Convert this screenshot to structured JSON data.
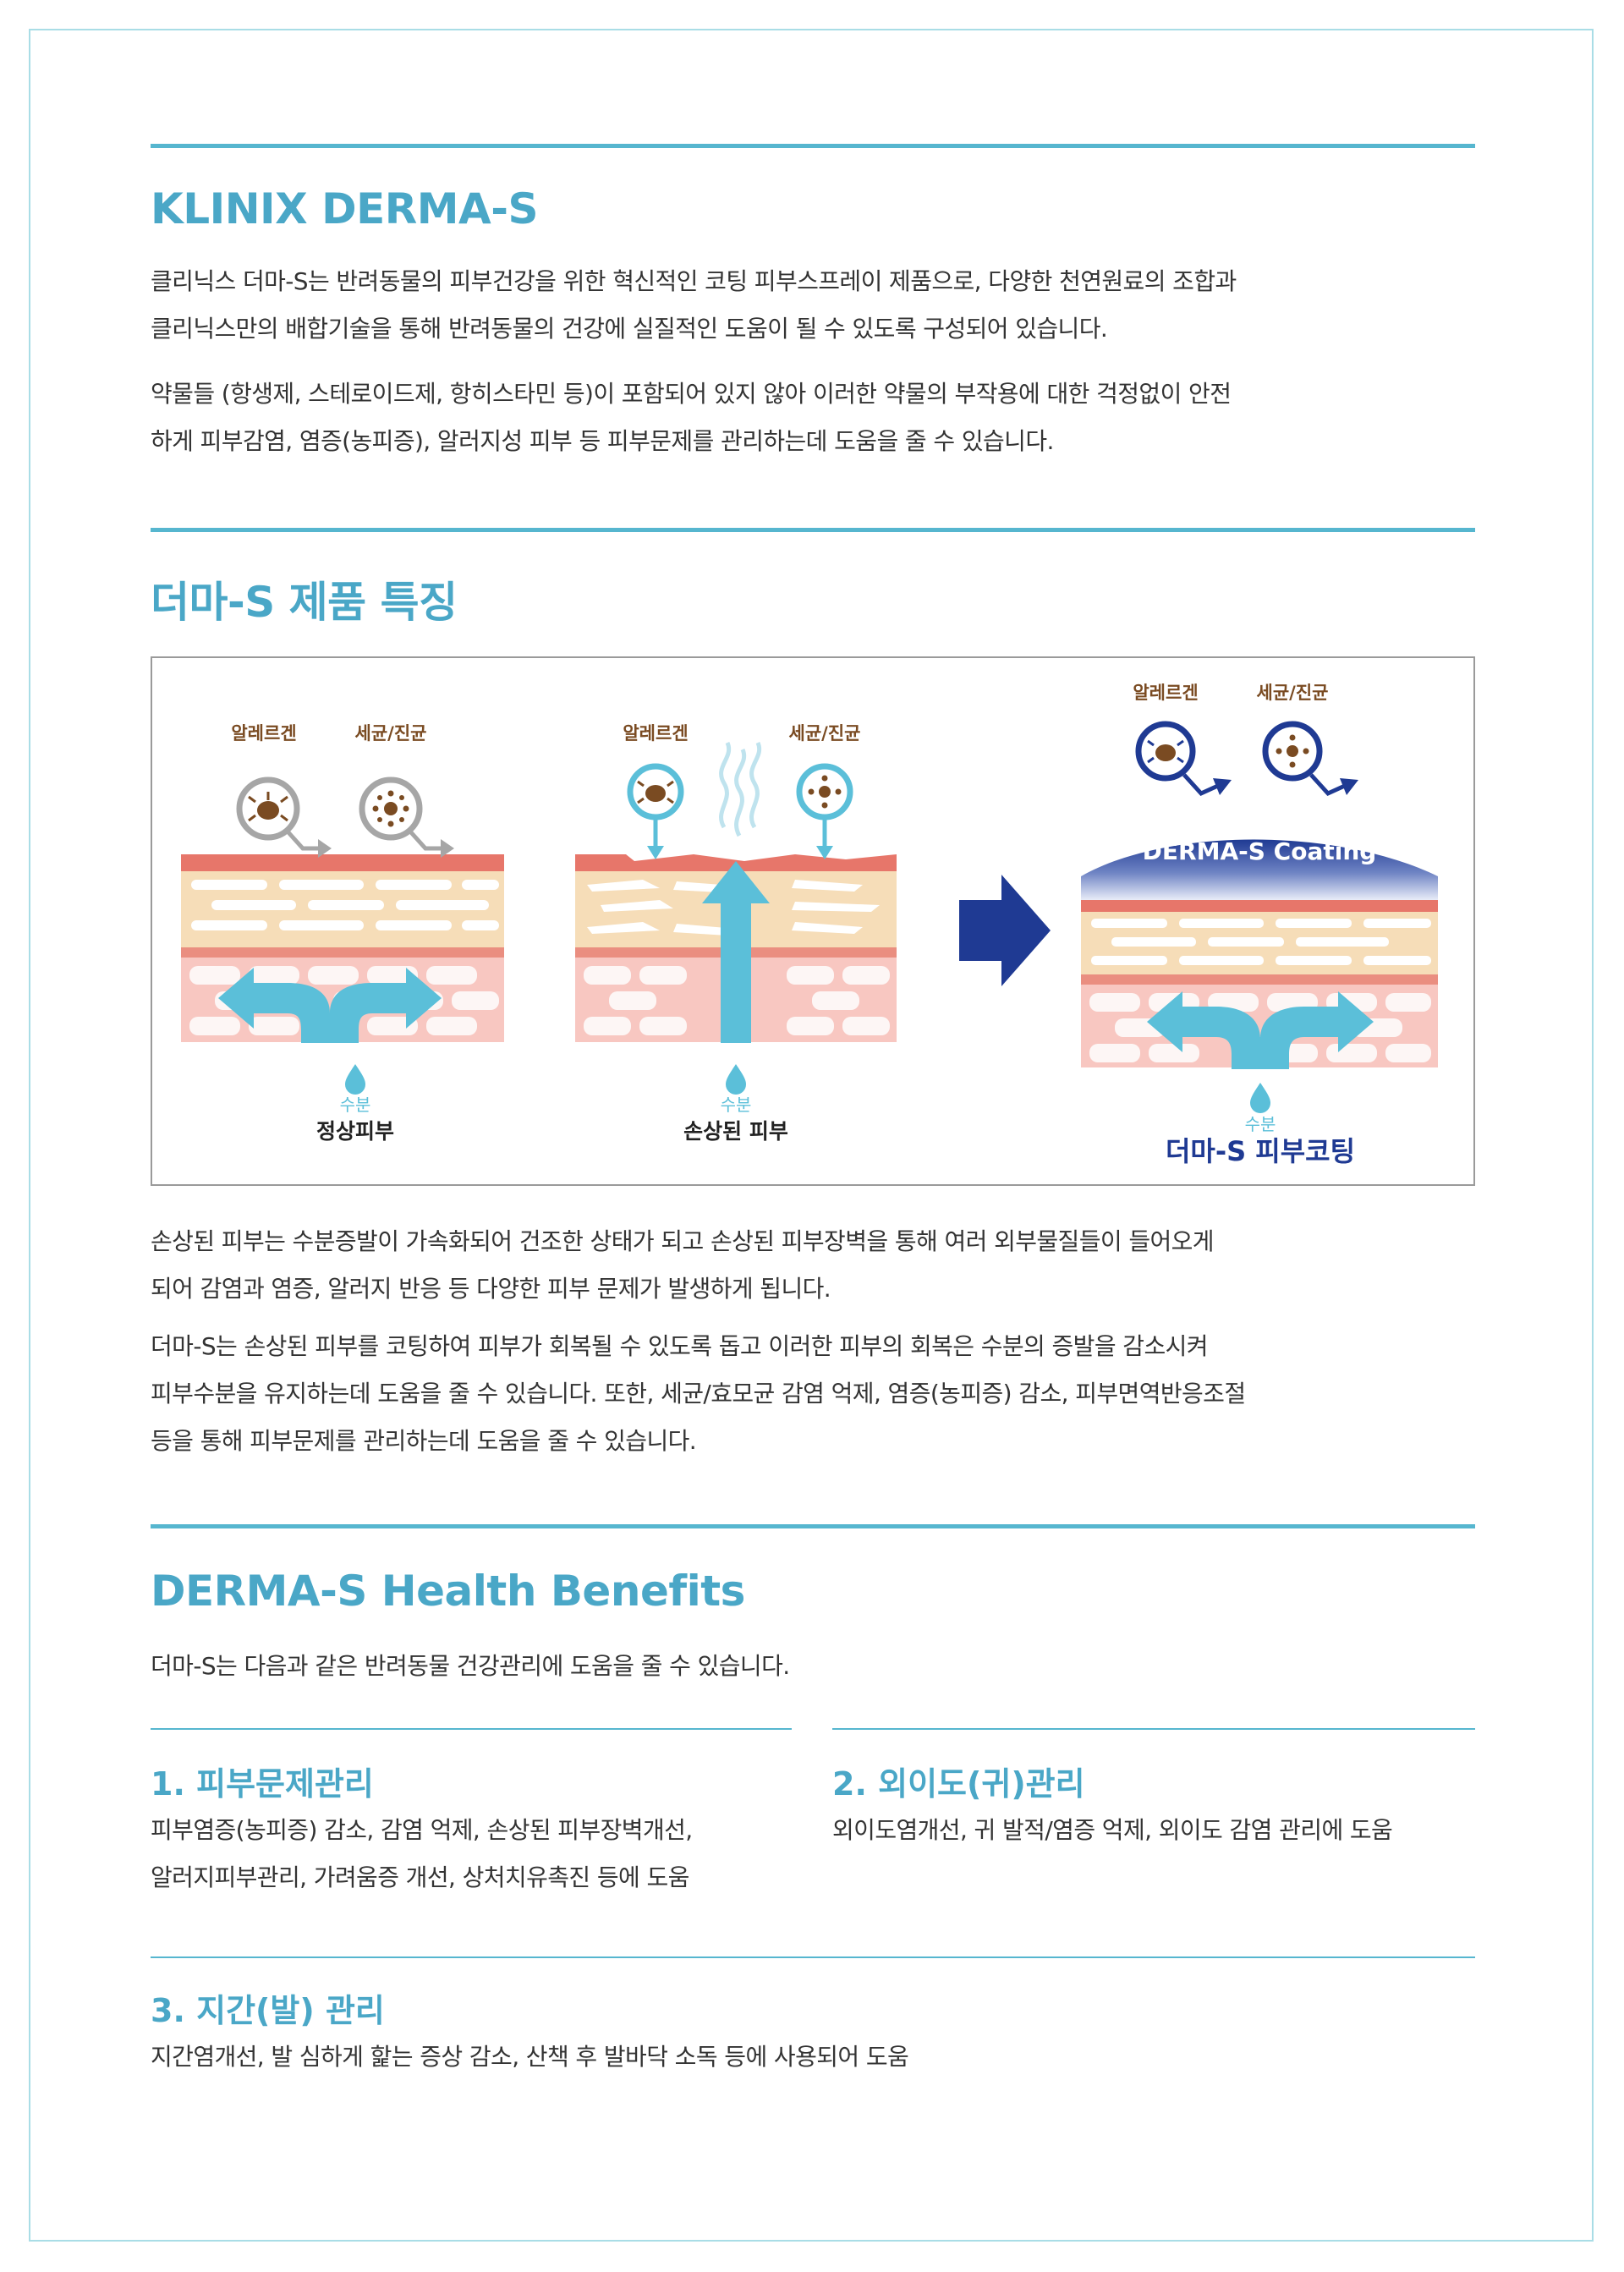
{
  "section1": {
    "title": "KLINIX DERMA-S",
    "para1_line1": "클리닉스 더마-S는 반려동물의  피부건강을 위한 혁신적인 코팅 피부스프레이 제품으로, 다양한 천연원료의 조합과",
    "para1_line2": "클리닉스만의 배합기술을 통해  반려동물의 건강에 실질적인 도움이 될 수 있도록 구성되어 있습니다.",
    "para2_line1": "약물들 (항생제, 스테로이드제, 항히스타민 등)이 포함되어 있지 않아 이러한 약물의 부작용에 대한 걱정없이 안전",
    "para2_line2": "하게 피부감염, 염증(농피증), 알러지성 피부 등 피부문제를 관리하는데 도움을 줄 수 있습니다."
  },
  "section2": {
    "title": "더마-S 제품 특징",
    "figure": {
      "panel1": {
        "allergen": "알레르겐",
        "bacteria": "세균/진균",
        "moisture": "수분",
        "caption": "정상피부"
      },
      "panel2": {
        "allergen": "알레르겐",
        "bacteria": "세균/진균",
        "moisture": "수분",
        "caption": "손상된 피부"
      },
      "panel3": {
        "allergen": "알레르겐",
        "bacteria": "세균/진균",
        "moisture": "수분",
        "caption": "더마-S 피부코팅",
        "coating": "DERMA-S Coating"
      }
    },
    "para1_line1": "손상된 피부는 수분증발이 가속화되어 건조한 상태가 되고 손상된 피부장벽을 통해 여러 외부물질들이 들어오게",
    "para1_line2": "되어 감염과 염증, 알러지 반응 등 다양한 피부 문제가 발생하게 됩니다.",
    "para2_line1": "더마-S는 손상된 피부를 코팅하여 피부가 회복될 수 있도록 돕고 이러한 피부의 회복은 수분의 증발을 감소시켜",
    "para2_line2": "피부수분을 유지하는데 도움을 줄 수 있습니다. 또한, 세균/효모균 감염 억제, 염증(농피증) 감소, 피부면역반응조절",
    "para2_line3": "등을 통해 피부문제를 관리하는데 도움을 줄 수 있습니다."
  },
  "section3": {
    "title": "DERMA-S Health Benefits",
    "intro": "더마-S는 다음과 같은 반려동물 건강관리에 도움을 줄 수 있습니다.",
    "benefits": [
      {
        "title": "1. 피부문제관리",
        "line1": "피부염증(농피증) 감소, 감염 억제, 손상된 피부장벽개선,",
        "line2": "알러지피부관리, 가려움증 개선, 상처치유촉진 등에 도움"
      },
      {
        "title": "2. 외이도(귀)관리",
        "line1": "외이도염개선, 귀 발적/염증 억제, 외이도 감염 관리에 도움"
      },
      {
        "title": "3. 지간(발) 관리",
        "line1": "지간염개선, 발 심하게 핥는 증상 감소, 산책 후 발바닥 소독 등에 사용되어 도움"
      }
    ]
  },
  "colors": {
    "accent": "#4aa7c7",
    "rule": "#56b6cf",
    "navy": "#1f3a93",
    "skin": "#f6ddb8",
    "skin_red": "#e7766a",
    "moisture": "#5bbfd9"
  }
}
